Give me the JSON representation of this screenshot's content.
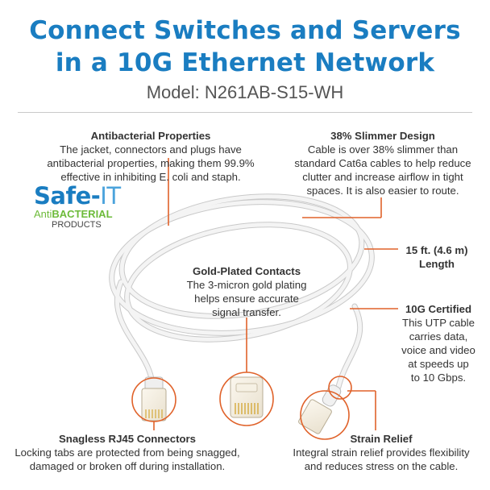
{
  "header": {
    "title_line1": "Connect Switches and Servers",
    "title_line2": "in a 10G Ethernet Network",
    "model": "Model: N261AB-S15-WH"
  },
  "features": {
    "antibacterial": {
      "title": "Antibacterial Properties",
      "lines": [
        "The jacket, connectors and plugs have",
        "antibacterial properties, making them 99.9%",
        "effective in inhibiting E. coli and staph."
      ]
    },
    "slimmer": {
      "title": "38% Slimmer Design",
      "lines": [
        "Cable is over 38% slimmer than",
        "standard Cat6a cables to help reduce",
        "clutter and increase airflow in tight",
        "spaces. It is also easier to route."
      ]
    },
    "length": {
      "title_line1": "15 ft. (4.6 m)",
      "title_line2": "Length"
    },
    "gold": {
      "title": "Gold-Plated Contacts",
      "lines": [
        "The 3-micron gold plating",
        "helps ensure accurate",
        "signal transfer."
      ]
    },
    "certified": {
      "title": "10G Certified",
      "lines": [
        "This UTP cable",
        "carries data,",
        "voice and video",
        "at speeds up",
        "to 10 Gbps."
      ]
    },
    "snagless": {
      "title": "Snagless RJ45 Connectors",
      "lines": [
        "Locking tabs are protected from being snagged,",
        "damaged or broken off during installation."
      ]
    },
    "strain": {
      "title": "Strain Relief",
      "lines": [
        "Integral strain relief provides flexibility",
        "and reduces stress on the cable."
      ]
    }
  },
  "logo": {
    "brand": "Safe-",
    "brand_it": "IT",
    "line2_a": "Anti",
    "line2_b": "BACTERIAL",
    "line3": "PRODUCTS"
  },
  "colors": {
    "title_blue": "#1a7dc1",
    "callout_orange": "#e0622a",
    "logo_green": "#6dbb3a"
  }
}
